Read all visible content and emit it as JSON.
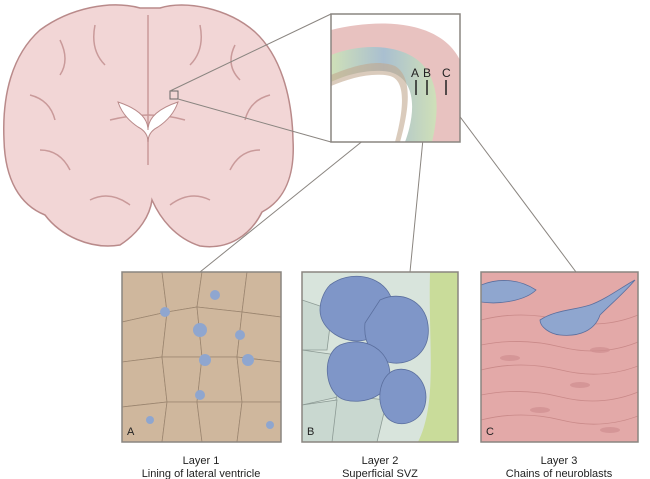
{
  "inset": {
    "labels": [
      "A",
      "B",
      "C"
    ]
  },
  "panels": [
    {
      "letter": "A",
      "title": "Layer 1",
      "subtitle": "Lining of lateral ventricle"
    },
    {
      "letter": "B",
      "title": "Layer 2",
      "subtitle": "Superficial SVZ"
    },
    {
      "letter": "C",
      "title": "Layer 3",
      "subtitle": "Chains of neuroblasts"
    }
  ],
  "colors": {
    "brain": "#f2d6d6",
    "brain_outline": "#b98a8a",
    "frame": "#8a8580",
    "ependymal": "#d9c4ad",
    "progenitor": "#7f96c8",
    "neuroblast": "#e3a9a8"
  }
}
